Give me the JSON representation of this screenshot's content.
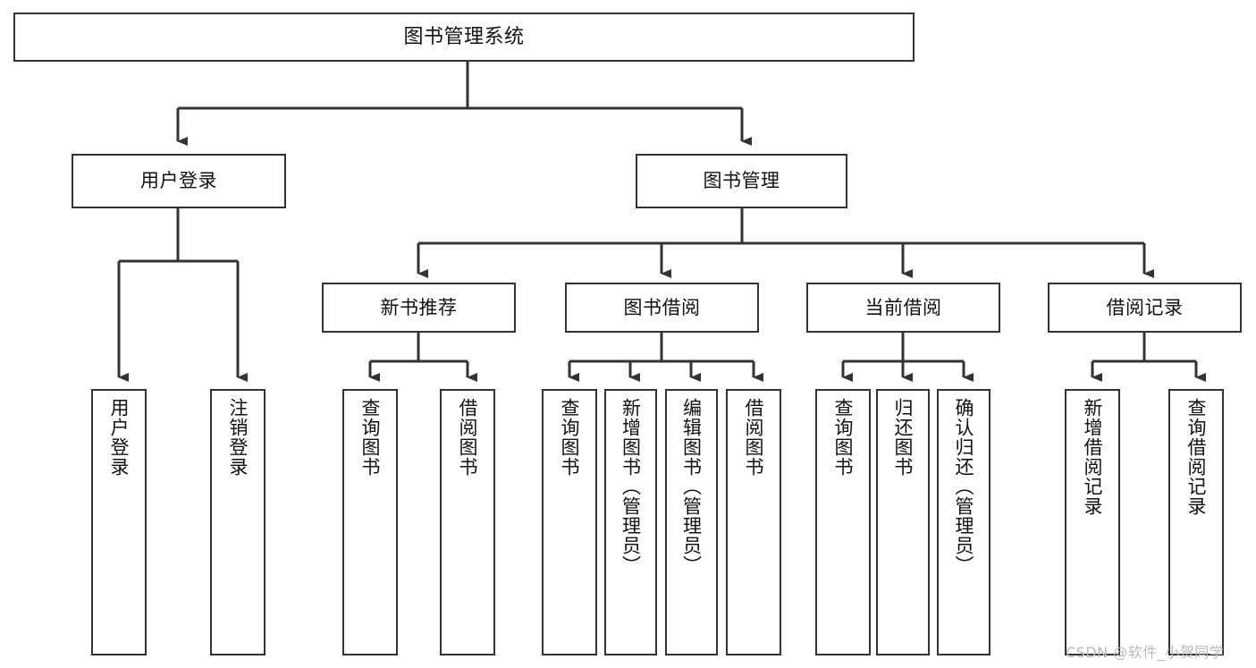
{
  "diagram": {
    "title": "图书管理系统",
    "type": "hierarchy-tree",
    "root": {
      "id": "root",
      "label": "图书管理系统"
    },
    "level2": [
      {
        "id": "user-login",
        "label": "用户登录"
      },
      {
        "id": "book-manage",
        "label": "图书管理"
      }
    ],
    "level3": [
      {
        "id": "new-book-recommend",
        "label": "新书推荐",
        "parent": "book-manage"
      },
      {
        "id": "book-borrow",
        "label": "图书借阅",
        "parent": "book-manage"
      },
      {
        "id": "current-borrow",
        "label": "当前借阅",
        "parent": "book-manage"
      },
      {
        "id": "borrow-record",
        "label": "借阅记录",
        "parent": "book-manage"
      }
    ],
    "leaves": [
      {
        "id": "leaf-user-login",
        "label": "用户登录",
        "parent": "user-login"
      },
      {
        "id": "leaf-logout-login",
        "label": "注销登录",
        "parent": "user-login"
      },
      {
        "id": "leaf-query-book-1",
        "label": "查询图书",
        "parent": "new-book-recommend"
      },
      {
        "id": "leaf-borrow-book-1",
        "label": "借阅图书",
        "parent": "new-book-recommend"
      },
      {
        "id": "leaf-query-book-2",
        "label": "查询图书",
        "parent": "book-borrow"
      },
      {
        "id": "leaf-add-book",
        "label": "新增图书（管理员）",
        "parent": "book-borrow"
      },
      {
        "id": "leaf-edit-book",
        "label": "编辑图书（管理员）",
        "parent": "book-borrow"
      },
      {
        "id": "leaf-borrow-book-2",
        "label": "借阅图书",
        "parent": "book-borrow"
      },
      {
        "id": "leaf-query-book-3",
        "label": "查询图书",
        "parent": "current-borrow"
      },
      {
        "id": "leaf-return-book",
        "label": "归还图书",
        "parent": "current-borrow"
      },
      {
        "id": "leaf-confirm-return",
        "label": "确认归还（管理员）",
        "parent": "current-borrow"
      },
      {
        "id": "leaf-add-record",
        "label": "新增借阅记录",
        "parent": "borrow-record"
      },
      {
        "id": "leaf-query-record",
        "label": "查询借阅记录",
        "parent": "borrow-record"
      }
    ],
    "colors": {
      "stroke": "#333333",
      "fill": "#ffffff",
      "text": "#111111",
      "watermark": "#b9b9b9"
    }
  },
  "watermark": {
    "text": "CSDN @软件_小贺同学"
  }
}
